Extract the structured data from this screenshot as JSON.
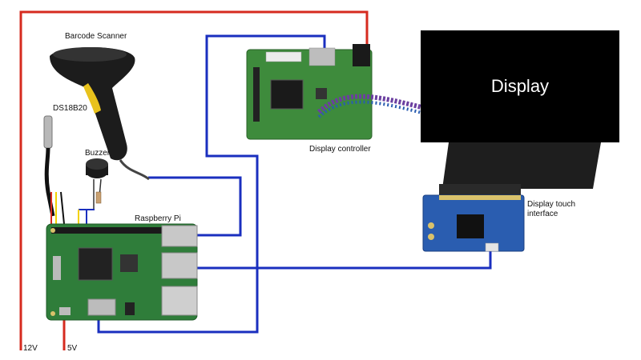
{
  "labels": {
    "barcode_scanner": "Barcode Scanner",
    "ds18b20": "DS18B20",
    "buzzer": "Buzzer",
    "raspberry_pi": "Raspberry Pi",
    "display_controller": "Display controller",
    "display": "Display",
    "display_touch_line1": "Display touch",
    "display_touch_line2": "interface",
    "v12": "12V",
    "v5": "5V"
  },
  "colors": {
    "power_wire": "#d62b1f",
    "data_wire": "#1a2fbf",
    "display_panel": "#000000",
    "pi_board": "#2f7d3a",
    "controller_board": "#3e8b3c",
    "touch_board": "#2a5db0"
  }
}
